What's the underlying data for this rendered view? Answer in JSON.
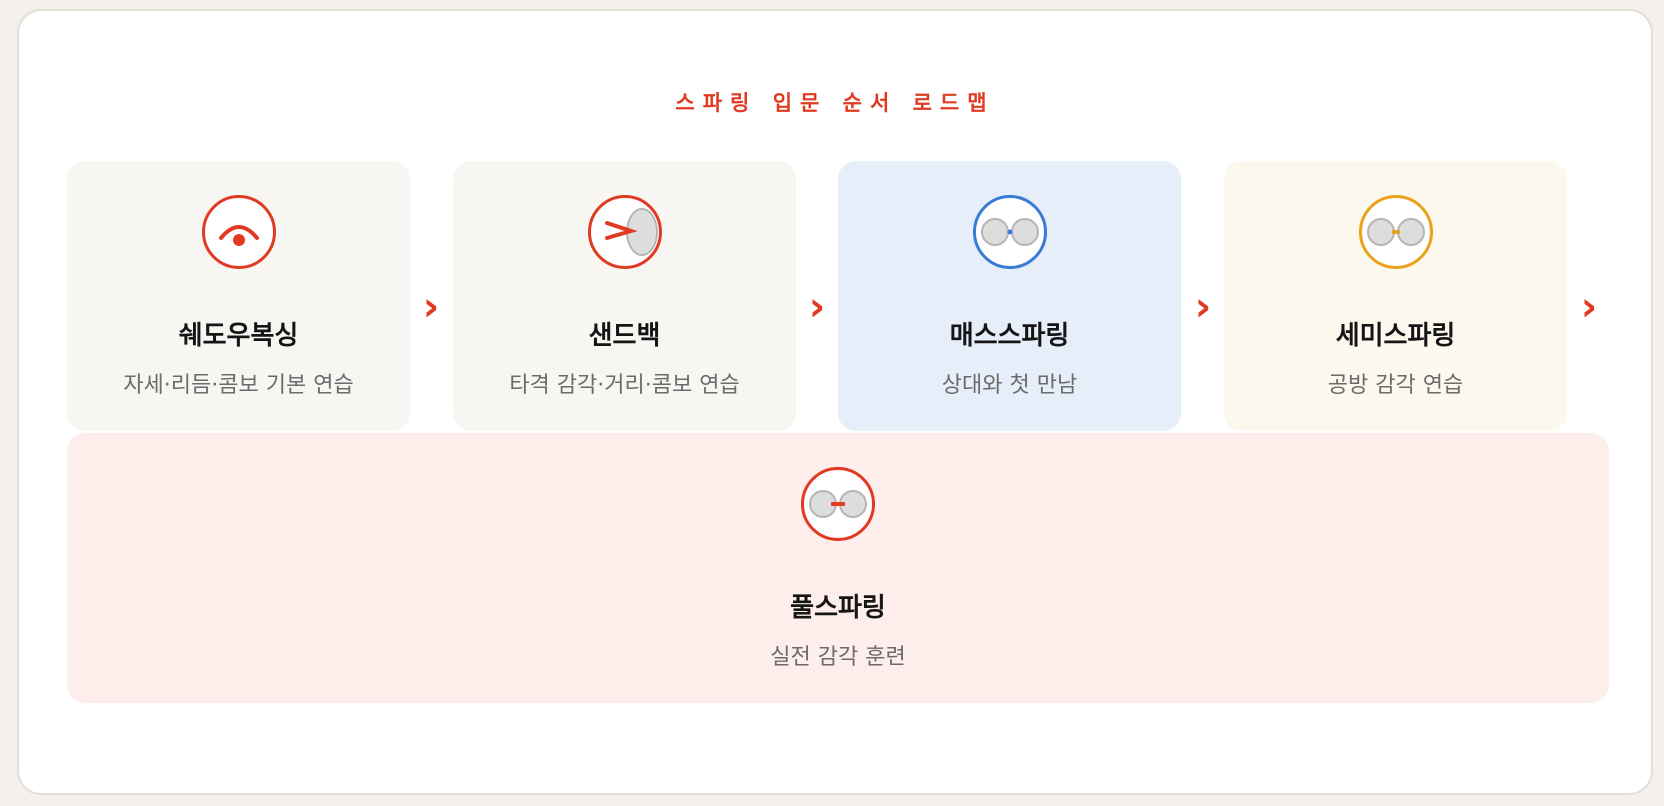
{
  "title": "스파링 입문 순서 로드맵",
  "arrow_glyph": "›",
  "colors": {
    "accent": "#e03a22",
    "blue": "#3a7bd5",
    "gold": "#e8a21c"
  },
  "steps": [
    {
      "name": "쉐도우복싱",
      "desc": "자세·리듬·콤보 기본 연습",
      "icon": "eye-icon"
    },
    {
      "name": "샌드백",
      "desc": "타격 감각·거리·콤보 연습",
      "icon": "punch-bag-icon"
    },
    {
      "name": "매스스파링",
      "desc": "상대와 첫 만남",
      "icon": "light-sparring-icon"
    },
    {
      "name": "세미스파링",
      "desc": "공방 감각 연습",
      "icon": "semi-sparring-icon"
    },
    {
      "name": "풀스파링",
      "desc": "실전 감각 훈련",
      "icon": "full-sparring-icon"
    }
  ]
}
